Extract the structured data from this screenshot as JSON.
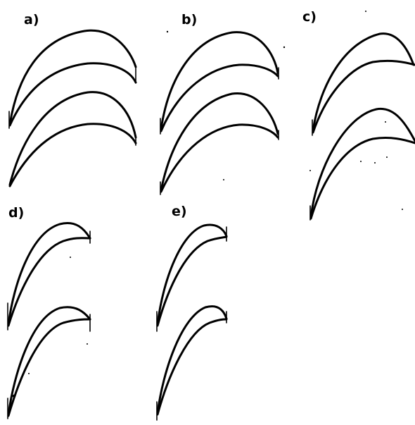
{
  "figure": {
    "panels": [
      {
        "id": "a",
        "label": "a)",
        "blades": 2
      },
      {
        "id": "b",
        "label": "b)",
        "blades": 2
      },
      {
        "id": "c",
        "label": "c)",
        "blades": 2
      },
      {
        "id": "d",
        "label": "d)",
        "blades": 2
      },
      {
        "id": "e",
        "label": "e)",
        "blades": 2
      }
    ],
    "colors": {
      "ink": "#000000",
      "background": "#ffffff"
    }
  }
}
